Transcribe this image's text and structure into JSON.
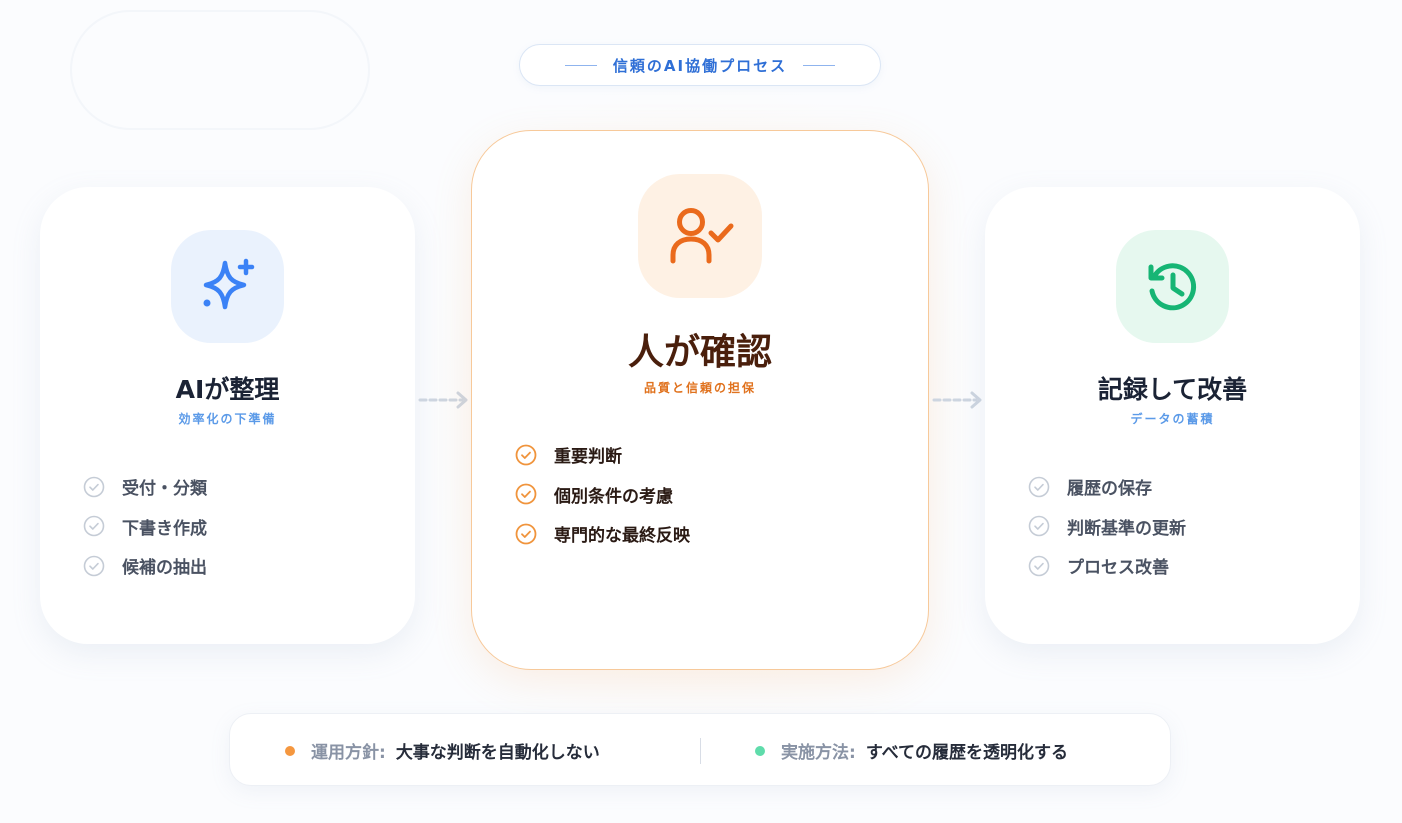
{
  "header": {
    "label": "信頼のAI協働プロセス"
  },
  "colors": {
    "ai_blue": "#3b82f6",
    "human_orange": "#ea6a1c",
    "record_green": "#16b574",
    "muted_check": "#c5ccd6"
  },
  "steps": [
    {
      "icon": "sparkles-icon",
      "title": "AIが整理",
      "subtitle": "効率化の下準備",
      "items": [
        "受付・分類",
        "下書き作成",
        "候補の抽出"
      ]
    },
    {
      "icon": "user-check-icon",
      "title": "人が確認",
      "subtitle": "品質と信頼の担保",
      "items": [
        "重要判断",
        "個別条件の考慮",
        "専門的な最終反映"
      ]
    },
    {
      "icon": "history-icon",
      "title": "記録して改善",
      "subtitle": "データの蓄積",
      "items": [
        "履歴の保存",
        "判断基準の更新",
        "プロセス改善"
      ]
    }
  ],
  "footer": {
    "policy_label": "運用方針:",
    "policy_value": "大事な判断を自動化しない",
    "method_label": "実施方法:",
    "method_value": "すべての履歴を透明化する",
    "policy_color": "#f5973f",
    "method_color": "#5fdcab"
  }
}
